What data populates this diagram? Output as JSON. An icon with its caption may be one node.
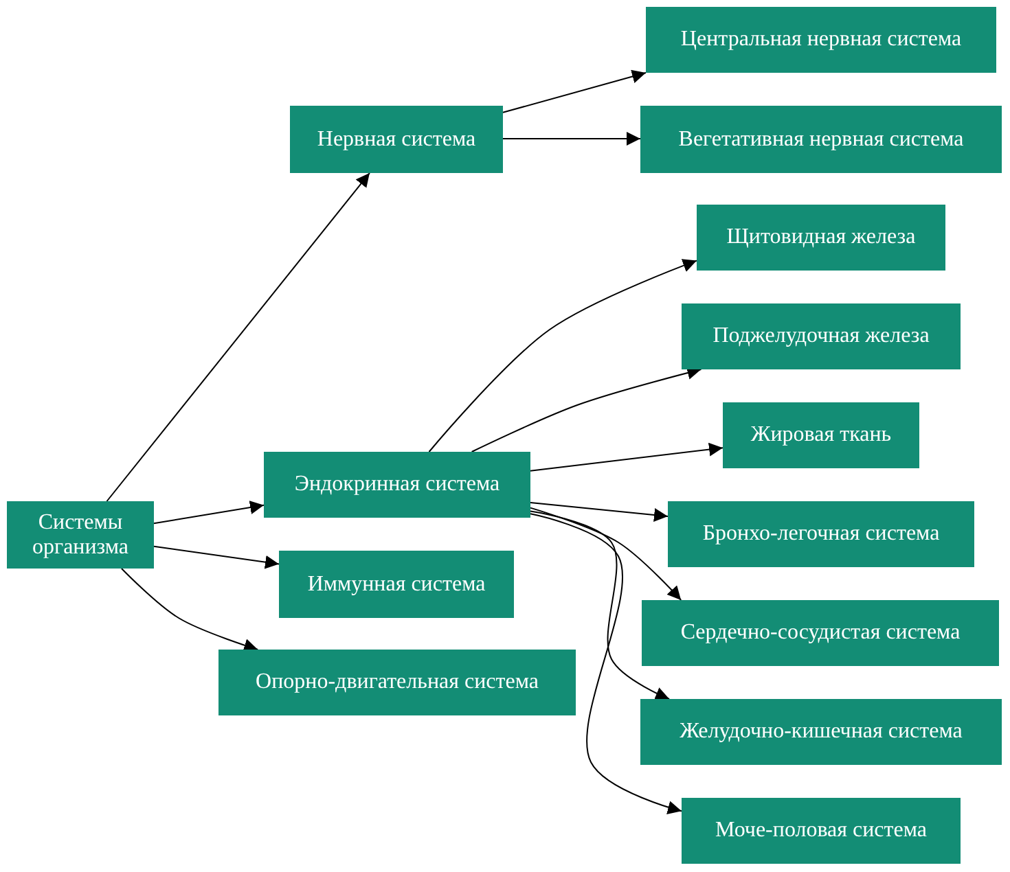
{
  "diagram": {
    "nodes": [
      {
        "text": [
          "Системы организма"
        ]
      },
      {
        "text": [
          "Нервная система"
        ]
      },
      {
        "text": [
          "Эндокринная система"
        ]
      },
      {
        "text": [
          "Иммунная система"
        ]
      },
      {
        "text": [
          "Опорно-двигательная система"
        ]
      },
      {
        "text": [
          "Центральная нервная система"
        ]
      },
      {
        "text": [
          "Вегетативная нервная система"
        ]
      },
      {
        "text": [
          "Щитовидная железа"
        ]
      },
      {
        "text": [
          "Поджелудочная железа"
        ]
      },
      {
        "text": [
          "Жировая ткань"
        ]
      },
      {
        "text": [
          "Бронхо-легочная система"
        ]
      },
      {
        "text": [
          "Сердечно-сосудистая система"
        ]
      },
      {
        "text": [
          "Желудочно-кишечная система"
        ]
      },
      {
        "text": [
          "Моче-половая система"
        ]
      }
    ],
    "edges": [
      {
        "from": 0,
        "to": 1,
        "arrow": "to"
      },
      {
        "from": 0,
        "to": 2,
        "arrow": "to"
      },
      {
        "from": 0,
        "to": 3,
        "arrow": "to"
      },
      {
        "from": 0,
        "to": 4,
        "arrow": "to"
      },
      {
        "from": 1,
        "to": 5,
        "arrow": "to"
      },
      {
        "from": 1,
        "to": 6,
        "arrow": "to"
      },
      {
        "from": 2,
        "to": 7,
        "arrow": "to"
      },
      {
        "from": 2,
        "to": 8,
        "arrow": "to"
      },
      {
        "from": 2,
        "to": 9,
        "arrow": "to"
      },
      {
        "from": 2,
        "to": 10,
        "arrow": "to"
      },
      {
        "from": 2,
        "to": 11,
        "arrow": "to"
      },
      {
        "from": 2,
        "to": 12,
        "arrow": "to"
      },
      {
        "from": 2,
        "to": 13,
        "arrow": "to"
      }
    ]
  }
}
